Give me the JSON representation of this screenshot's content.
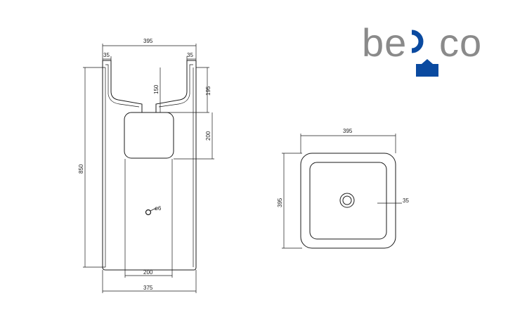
{
  "logo": {
    "text_left": "be",
    "text_right": "co",
    "colors": {
      "grey": "#8a8a8a",
      "blue": "#0a4aa0"
    }
  },
  "side_view": {
    "dims": {
      "top_width": "395",
      "wall_left": "35",
      "wall_right": "35",
      "bowl_depth": "150",
      "upper_height": "195",
      "cutout_height": "200",
      "total_height": "850",
      "bottom_opening": "200",
      "base_width": "375",
      "drain_hole": "ø6"
    }
  },
  "top_view": {
    "dims": {
      "width": "395",
      "depth": "395",
      "wall": "35"
    }
  }
}
